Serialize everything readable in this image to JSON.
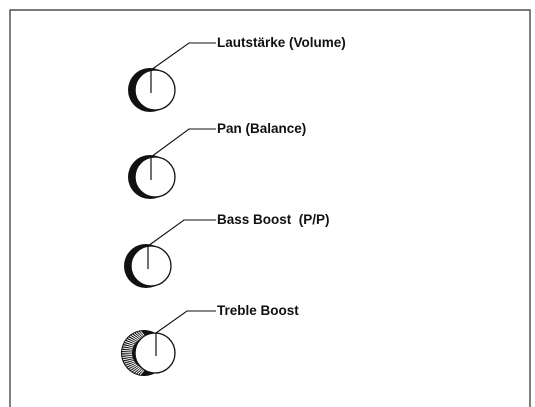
{
  "knobs": [
    {
      "label": "Lautstärke (Volume)",
      "grip": "smooth"
    },
    {
      "label": "Pan (Balance)",
      "grip": "smooth"
    },
    {
      "label": "Bass Boost  (P/P)",
      "grip": "smooth"
    },
    {
      "label": "Treble Boost",
      "grip": "knurled"
    }
  ]
}
